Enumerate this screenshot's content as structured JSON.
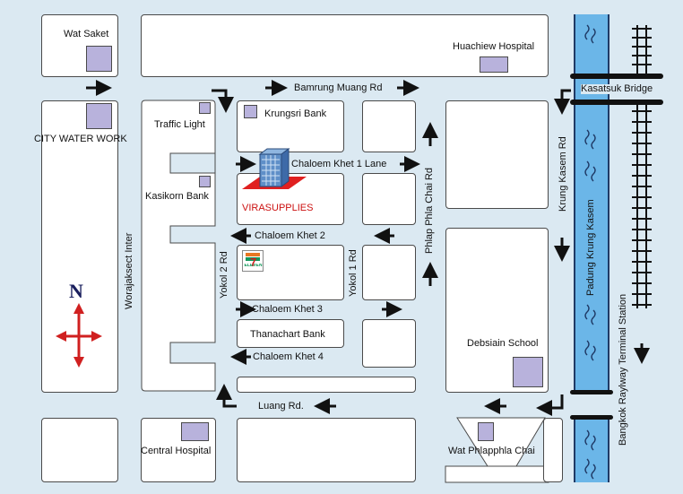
{
  "landmarks": {
    "wat_saket": "Wat Saket",
    "huachiew_hospital": "Huachiew Hospital",
    "city_water_work": "CITY WATER WORK",
    "traffic_light": "Traffic Light",
    "krungsri_bank": "Krungsri Bank",
    "kasikorn_bank": "Kasikorn Bank",
    "virasupplies": "VIRASUPPLIES",
    "seven_eleven": "7-ELEVEN",
    "thanachart_bank": "Thanachart Bank",
    "debsiain_school": "Debsiain School",
    "central_hospital": "Central Hospital",
    "wat_phlapphla_chai": "Wat Phlapphla Chai",
    "kasatsuk_bridge": "Kasatsuk Bridge",
    "bangkok_terminal": "Bangkok Raylway Terminal Station"
  },
  "roads": {
    "bamrung_muang": "Bamrung Muang Rd",
    "chaloem_khet_1": "Chaloem Khet 1 Lane",
    "chaloem_khet_2": "Chaloem Khet 2",
    "chaloem_khet_3": "Chaloem Khet 3",
    "chaloem_khet_4": "Chaloem Khet 4",
    "luang": "Luang Rd.",
    "worajaksect": "Worajaksect Inter",
    "yokol_2": "Yokol 2 Rd",
    "yokol_1": "Yokol 1 Rd",
    "phlap_phla_chai": "Phlap Phla Chai Rd",
    "krung_kasem": "Krung Kasem Rd",
    "padung_krung_kasem": "Padung Krung Kasem"
  },
  "compass": {
    "north": "N"
  },
  "colors": {
    "road": "#dbe9f2",
    "block": "#ffffff",
    "building": "#b8b2dc",
    "river": "#6bb6e8",
    "compass": "#d02020",
    "highlight": "#cc1111"
  }
}
